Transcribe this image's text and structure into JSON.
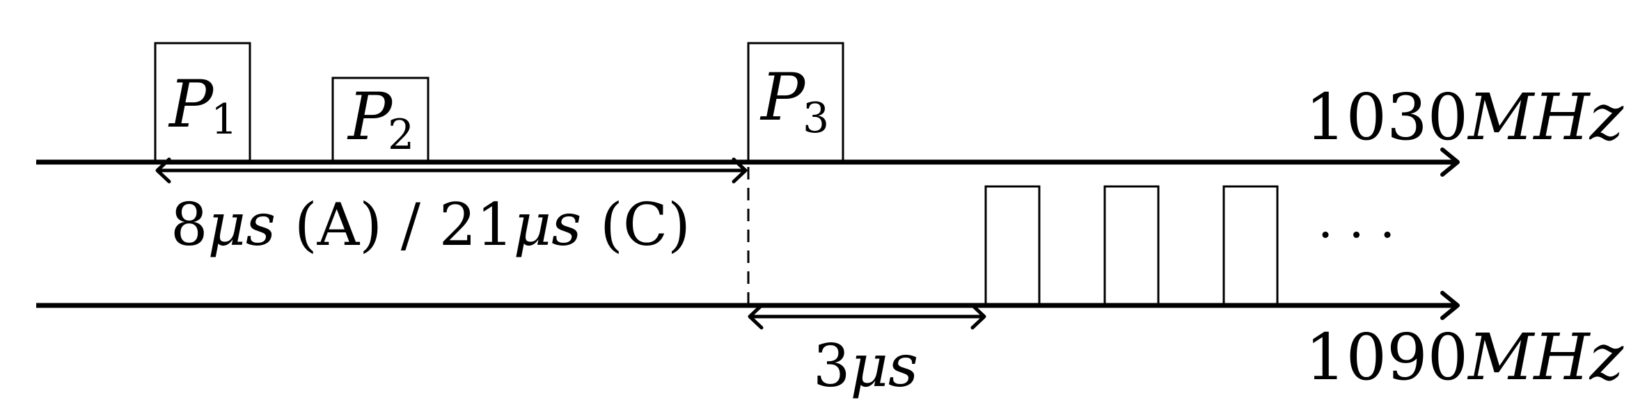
{
  "pulses": {
    "p1": {
      "letter": "P",
      "sub": "1"
    },
    "p2": {
      "letter": "P",
      "sub": "2"
    },
    "p3": {
      "letter": "P",
      "sub": "3"
    }
  },
  "labels": {
    "interval_modes": {
      "v1": "8",
      "u1": "μs",
      "m1": " (A) / ",
      "v2": "21",
      "u2": "μs",
      "m2": " (C)"
    },
    "reply_delay": {
      "value": "3",
      "unit": "μs"
    },
    "ellipsis": "· · ·"
  },
  "channels": {
    "top": {
      "number": "1030",
      "unit": "MHz"
    },
    "bottom": {
      "number": "1090",
      "unit": "MHz"
    }
  }
}
